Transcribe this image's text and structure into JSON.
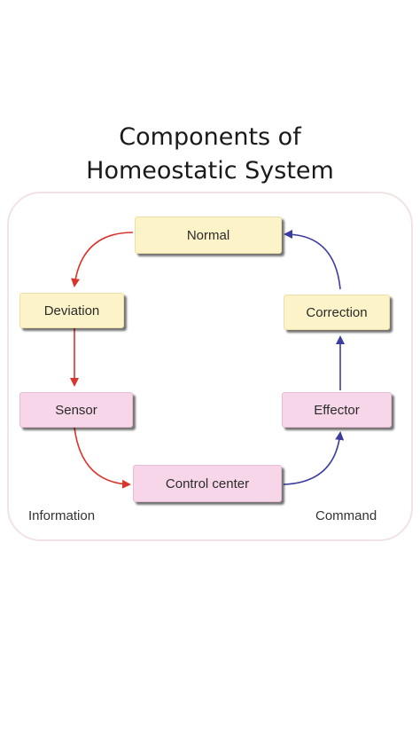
{
  "title": {
    "line1": "Components of",
    "line2": "Homeostatic System"
  },
  "nodes": {
    "normal": "Normal",
    "deviation": "Deviation",
    "correction": "Correction",
    "sensor": "Sensor",
    "effector": "Effector",
    "control_center": "Control center"
  },
  "labels": {
    "information": "Information",
    "command": "Command"
  },
  "colors": {
    "information_arrow": "#d9362b",
    "command_arrow": "#3d3d9e",
    "condition_box": "#fdf3c8",
    "component_box": "#f6d6e8"
  }
}
